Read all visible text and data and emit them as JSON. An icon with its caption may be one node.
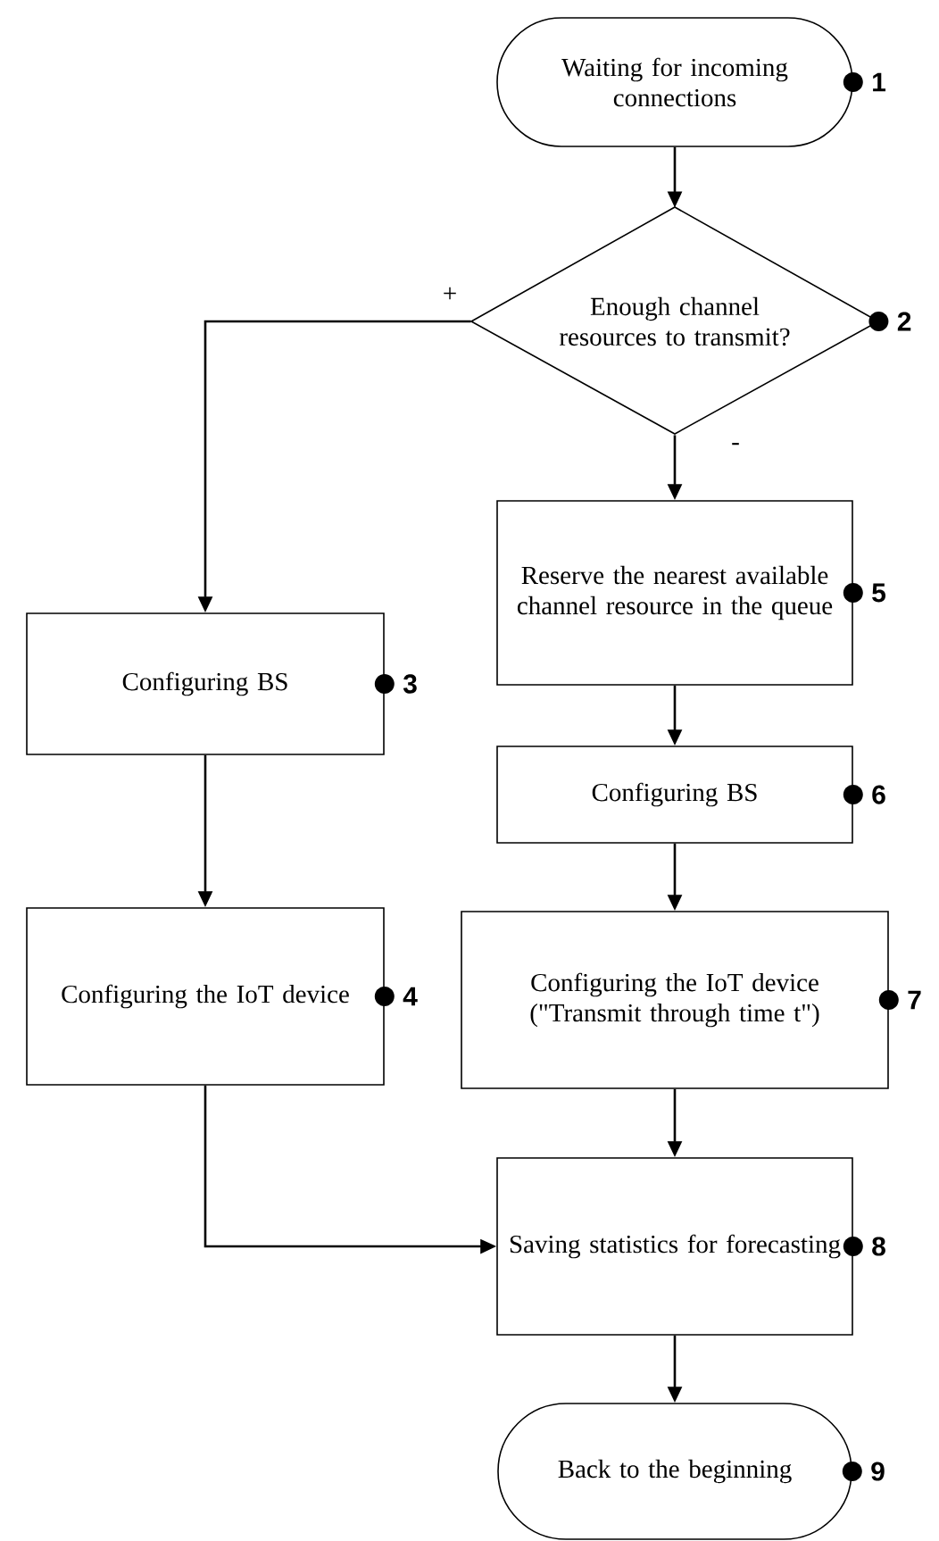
{
  "diagram": {
    "nodes": [
      {
        "text": [
          "Waiting for incoming connections"
        ],
        "beside": [
          "1"
        ]
      },
      {
        "text": [
          "Enough channel resources to transmit?"
        ],
        "beside": [
          "2"
        ]
      },
      {
        "text": [
          "Configuring BS"
        ],
        "beside": [
          "3"
        ]
      },
      {
        "text": [
          "Configuring the IoT device"
        ],
        "beside": [
          "4"
        ]
      },
      {
        "text": [
          "Reserve the nearest available channel resource in the queue"
        ],
        "beside": [
          "5"
        ]
      },
      {
        "text": [
          "Configuring BS"
        ],
        "beside": [
          "6"
        ]
      },
      {
        "text": [
          "Configuring the IoT device (\"Transmit through time t\")"
        ],
        "beside": [
          "7"
        ]
      },
      {
        "text": [
          "Saving statistics for forecasting"
        ],
        "beside": [
          "8"
        ]
      },
      {
        "text": [
          "Back to the beginning"
        ],
        "beside": [
          "9"
        ]
      }
    ],
    "edges": [
      {
        "from": 0,
        "to": 1,
        "arrow": "to"
      },
      {
        "from": 1,
        "to": 2,
        "arrow": "to",
        "label": "+"
      },
      {
        "from": 2,
        "to": 3,
        "arrow": "to"
      },
      {
        "from": 3,
        "to": 7,
        "arrow": "to"
      },
      {
        "from": 1,
        "to": 4,
        "arrow": "to",
        "label": "-"
      },
      {
        "from": 4,
        "to": 5,
        "arrow": "to"
      },
      {
        "from": 5,
        "to": 6,
        "arrow": "to"
      },
      {
        "from": 6,
        "to": 7,
        "arrow": "to"
      },
      {
        "from": 7,
        "to": 8,
        "arrow": "to"
      }
    ]
  }
}
